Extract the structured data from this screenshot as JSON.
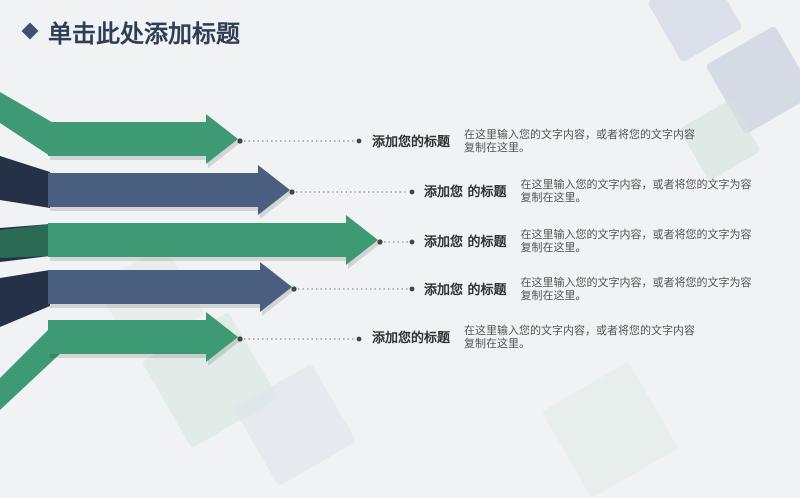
{
  "title": "单击此处添加标题",
  "colors": {
    "green": "#3d9a75",
    "navy": "#4a5f80",
    "dark": "#243147"
  },
  "items": [
    {
      "label": "添加您的标题",
      "desc": "在这里输入您的文字内容，或者将您的文字内容复制在这里。",
      "color": "green"
    },
    {
      "label": "添加您 的标题",
      "desc": "在这里输入您的文字内容，或者将您的文字为容复制在这里。",
      "color": "navy"
    },
    {
      "label": "添加您 的标题",
      "desc": "在这里输入您的文字内容，或者将您的文字为容复制在这里。",
      "color": "green"
    },
    {
      "label": "添加您 的标题",
      "desc": "在这里输入您的文字内容，或者将您的文字为容复制在这里。",
      "color": "navy"
    },
    {
      "label": "添加您的标题",
      "desc": "在这里输入您的文字内容，或者将您的文字内容复制在这里。",
      "color": "green"
    }
  ]
}
